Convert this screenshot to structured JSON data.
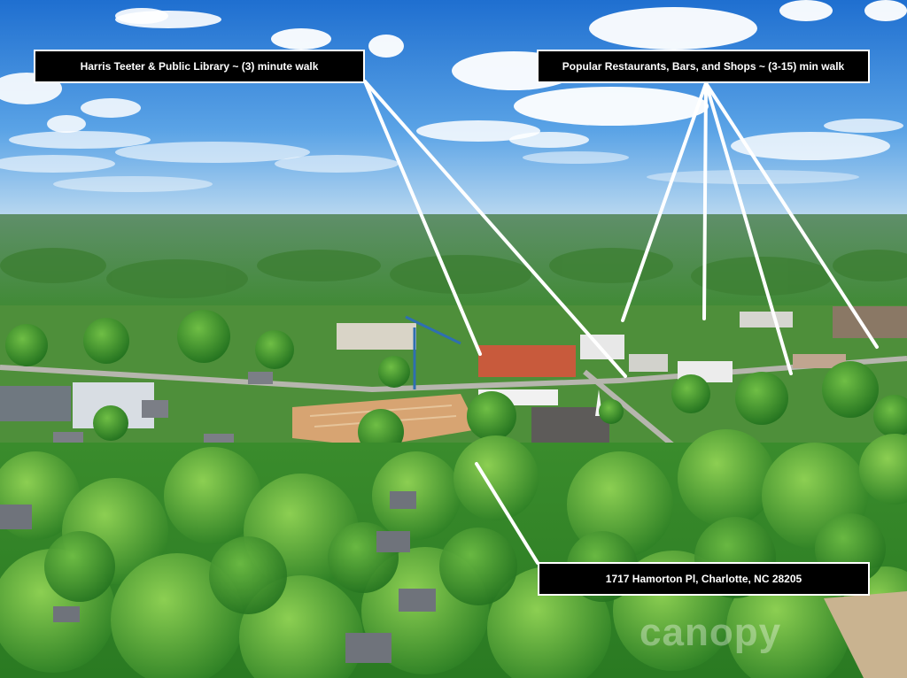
{
  "callouts": {
    "library": "Harris Teeter & Public Library ~ (3) minute walk",
    "restaurants": "Popular Restaurants, Bars, and Shops ~ (3-15) min walk",
    "address": "1717 Hamorton Pl, Charlotte, NC 28205"
  },
  "watermark": "canopy",
  "colors": {
    "sky": "#2f7fd1",
    "callout_bg": "#000000",
    "callout_text": "#ffffff",
    "foliage": "#2f8a2a"
  }
}
